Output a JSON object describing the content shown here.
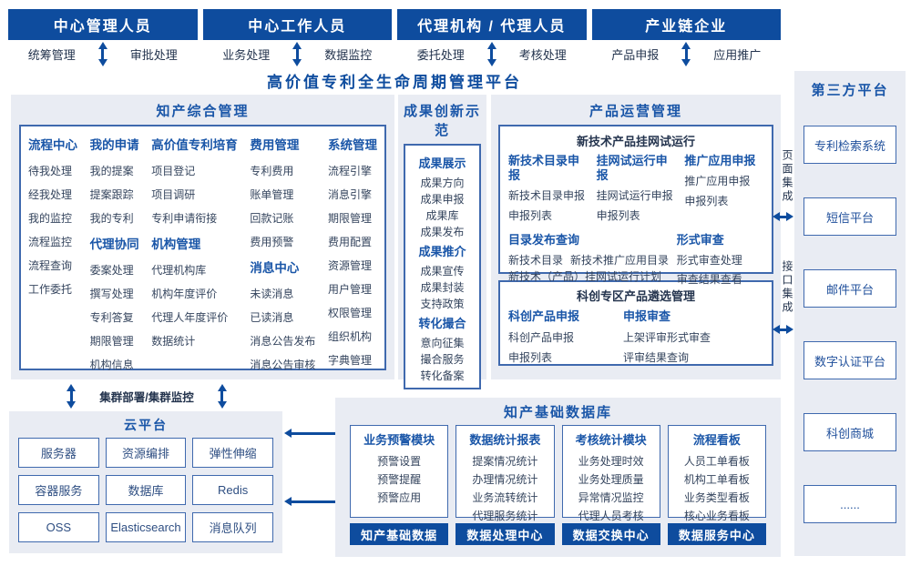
{
  "colors": {
    "primary_dark_blue": "#0e4c9e",
    "heading_blue": "#1a56a8",
    "border_blue": "#3f69ae",
    "panel_background": "#e9ecf3"
  },
  "actors": [
    {
      "title": "中心管理人员",
      "left_label": "统筹管理",
      "right_label": "审批处理"
    },
    {
      "title": "中心工作人员",
      "left_label": "业务处理",
      "right_label": "数据监控"
    },
    {
      "title": "代理机构 / 代理人员",
      "left_label": "委托处理",
      "right_label": "考核处理"
    },
    {
      "title": "产业链企业",
      "left_label": "产品申报",
      "right_label": "应用推广"
    }
  ],
  "platform_title": "高价值专利全生命周期管理平台",
  "ip_mgmt": {
    "title": "知产综合管理",
    "columns": [
      {
        "groups": [
          {
            "heading": "流程中心",
            "items": [
              "待我处理",
              "经我处理",
              "我的监控",
              "流程监控",
              "流程查询",
              "工作委托"
            ]
          }
        ]
      },
      {
        "groups": [
          {
            "heading": "我的申请",
            "items": [
              "我的提案",
              "提案跟踪",
              "我的专利"
            ]
          },
          {
            "heading": "代理协同",
            "items": [
              "委案处理",
              "撰写处理",
              "专利答复",
              "期限管理",
              "机构信息"
            ]
          }
        ]
      },
      {
        "groups": [
          {
            "heading": "高价值专利培育",
            "items": [
              "项目登记",
              "项目调研",
              "专利申请衔接"
            ]
          },
          {
            "heading": "机构管理",
            "items": [
              "代理机构库",
              "机构年度评价",
              "代理人年度评价",
              "数据统计"
            ]
          }
        ]
      },
      {
        "groups": [
          {
            "heading": "费用管理",
            "items": [
              "专利费用",
              "账单管理",
              "回款记账",
              "费用预警"
            ]
          },
          {
            "heading": "消息中心",
            "items": [
              "未读消息",
              "已读消息",
              "消息公告发布",
              "消息公告审核"
            ]
          }
        ]
      },
      {
        "groups": [
          {
            "heading": "系统管理",
            "items": [
              "流程引擎",
              "消息引擎",
              "期限管理",
              "费用配置",
              "资源管理",
              "用户管理",
              "权限管理",
              "组织机构",
              "字典管理"
            ]
          }
        ]
      }
    ]
  },
  "achievement": {
    "title": "成果创新示范",
    "groups": [
      {
        "heading": "成果展示",
        "items": [
          "成果方向",
          "成果申报",
          "成果库",
          "成果发布"
        ]
      },
      {
        "heading": "成果推介",
        "items": [
          "成果宣传",
          "成果封装",
          "支持政策"
        ]
      },
      {
        "heading": "转化撮合",
        "items": [
          "意向征集",
          "撮合服务",
          "转化备案"
        ]
      }
    ]
  },
  "product_ops": {
    "title": "产品运营管理",
    "trial_box": {
      "title": "新技术产品挂网试运行",
      "columns": [
        {
          "heading": "新技术目录申报",
          "items": [
            "新技术目录申报",
            "申报列表"
          ]
        },
        {
          "heading": "挂网试运行申报",
          "items": [
            "挂网试运行申报",
            "申报列表"
          ]
        },
        {
          "heading": "推广应用申报",
          "items": [
            "推广应用申报",
            "申报列表"
          ]
        }
      ],
      "catalog": {
        "heading": "目录发布查询",
        "items": [
          "新技术目录",
          "新技术推广应用目录",
          "新技术（产品）挂网试运行计划"
        ]
      },
      "review": {
        "heading": "形式审查",
        "items": [
          "形式审查处理",
          "审查结果查看"
        ]
      }
    },
    "selection_box": {
      "title": "科创专区产品遴选管理",
      "columns": [
        {
          "heading": "科创产品申报",
          "items": [
            "科创产品申报",
            "申报列表"
          ]
        },
        {
          "heading": "申报审查",
          "items": [
            "上架评审形式审查",
            "评审结果查询"
          ]
        }
      ]
    }
  },
  "third_party": {
    "title": "第三方平台",
    "items": [
      "专利检索系统",
      "短信平台",
      "邮件平台",
      "数字认证平台",
      "科创商城",
      "......"
    ],
    "integration": {
      "page": "页面集成",
      "interface": "接口集成"
    }
  },
  "cloud": {
    "title": "云平台",
    "link_label": "集群部署/集群监控",
    "rows": [
      [
        "服务器",
        "资源编排",
        "弹性伸缩"
      ],
      [
        "容器服务",
        "数据库",
        "Redis"
      ],
      [
        "OSS",
        "Elasticsearch",
        "消息队列"
      ]
    ]
  },
  "database": {
    "title": "知产基础数据库",
    "modules": [
      {
        "heading": "业务预警模块",
        "items": [
          "预警设置",
          "预警提醒",
          "预警应用"
        ],
        "footer": "知产基础数据"
      },
      {
        "heading": "数据统计报表",
        "items": [
          "提案情况统计",
          "办理情况统计",
          "业务流转统计",
          "代理服务统计"
        ],
        "footer": "数据处理中心"
      },
      {
        "heading": "考核统计模块",
        "items": [
          "业务处理时效",
          "业务处理质量",
          "异常情况监控",
          "代理人员考核"
        ],
        "footer": "数据交换中心"
      },
      {
        "heading": "流程看板",
        "items": [
          "人员工单看板",
          "机构工单看板",
          "业务类型看板",
          "核心业务看板"
        ],
        "footer": "数据服务中心"
      }
    ]
  }
}
